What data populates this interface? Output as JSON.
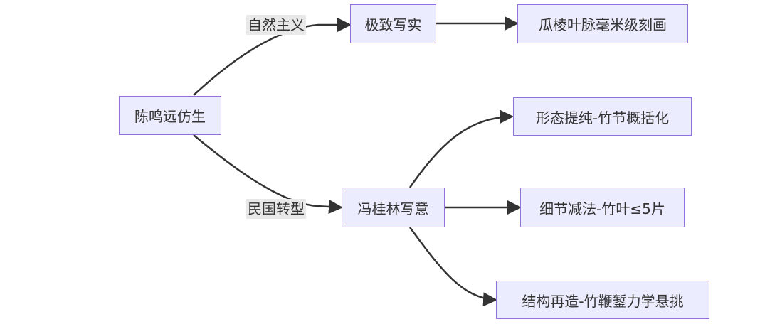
{
  "nodes": {
    "root": "陈鸣远仿生",
    "realism": "极致写实",
    "realism_detail": "瓜棱叶脉毫米级刻画",
    "feng": "冯桂林写意",
    "feng_child_1": "形态提纯-竹节概括化",
    "feng_child_2": "细节减法-竹叶≤5片",
    "feng_child_3": "结构再造-竹鞭錾力学悬挑"
  },
  "edge_labels": {
    "naturalism": "自然主义",
    "republic": "民国转型"
  },
  "colors": {
    "node_fill": "#ececff",
    "node_border": "#9370db",
    "edge": "#333333",
    "label_bg": "#e8e8e8"
  }
}
